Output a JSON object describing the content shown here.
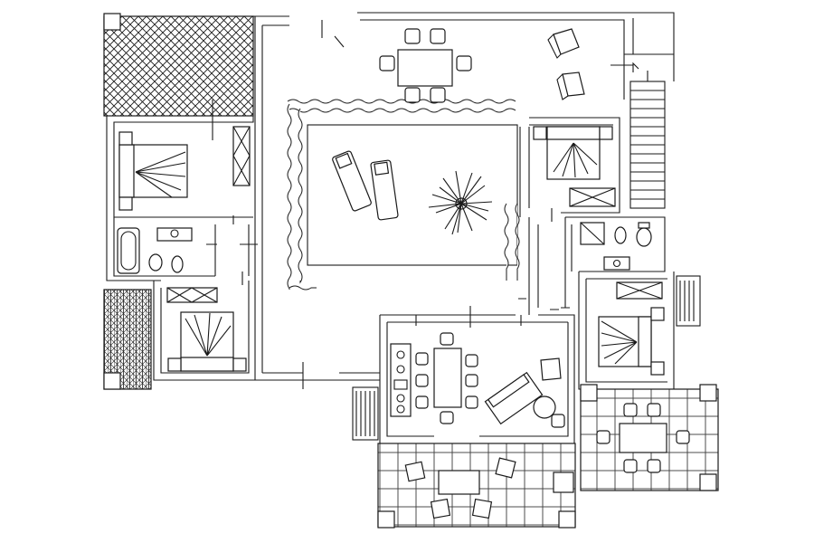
{
  "diagram": {
    "type": "architectural-floor-plan",
    "style": "hand-drawn line sketch",
    "colors": {
      "ink": "#1a1a1a",
      "paper": "#ffffff"
    },
    "rooms": [
      {
        "name": "bedroom-northwest",
        "contents": [
          "double-bed",
          "wardrobe"
        ]
      },
      {
        "name": "bathroom-west",
        "contents": [
          "bathtub",
          "sink",
          "toilet",
          "bidet"
        ]
      },
      {
        "name": "bedroom-southwest",
        "contents": [
          "double-bed",
          "wardrobe"
        ]
      },
      {
        "name": "dining-terrace-north",
        "contents": [
          "dining-table",
          "chairs",
          "armchairs"
        ]
      },
      {
        "name": "courtyard",
        "contents": [
          "two-sun-loungers",
          "palm-plant",
          "stone-border"
        ]
      },
      {
        "name": "bedroom-northeast",
        "contents": [
          "double-bed",
          "wardrobe"
        ]
      },
      {
        "name": "bathroom-east",
        "contents": [
          "shower",
          "sink",
          "toilet",
          "bidet"
        ]
      },
      {
        "name": "bedroom-east",
        "contents": [
          "double-bed",
          "wardrobe"
        ]
      },
      {
        "name": "kitchen-living",
        "contents": [
          "kitchen-counter",
          "dining-table",
          "sofa",
          "armchair",
          "round-table"
        ]
      },
      {
        "name": "terrace-south",
        "contents": [
          "table",
          "chairs",
          "tiled-floor"
        ]
      },
      {
        "name": "terrace-east",
        "contents": [
          "table",
          "chairs",
          "tiled-floor"
        ]
      },
      {
        "name": "staircase",
        "contents": [
          "steps"
        ]
      },
      {
        "name": "hatched-garden-northwest",
        "contents": [
          "cross-hatch"
        ]
      },
      {
        "name": "hatched-garden-southwest",
        "contents": [
          "cross-hatch"
        ]
      }
    ]
  }
}
